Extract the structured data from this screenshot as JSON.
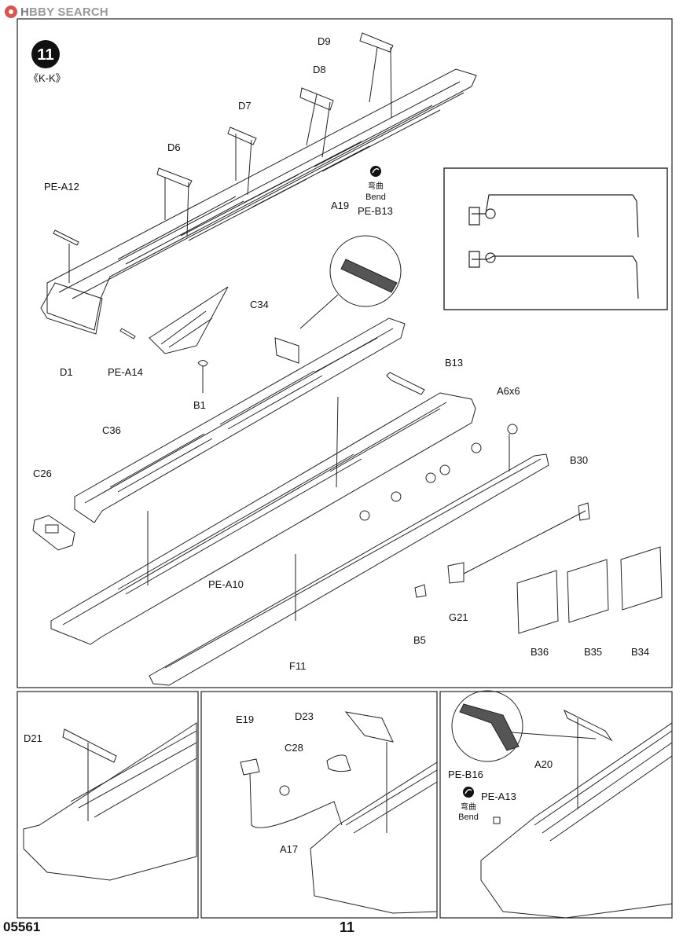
{
  "watermark": {
    "logo_icon": "hobbysearch-logo-icon",
    "text_hobby": "H",
    "text_rest": "BBY SEARCH"
  },
  "step": {
    "number": "11",
    "variant": "《K-K》"
  },
  "bend_label": {
    "chinese": "弯曲",
    "english": "Bend"
  },
  "main_labels": {
    "d9": "D9",
    "d8": "D8",
    "d7": "D7",
    "d6": "D6",
    "pe_a12": "PE-A12",
    "a19": "A19",
    "pe_b13": "PE-B13",
    "c34": "C34",
    "d1": "D1",
    "pe_a14": "PE-A14",
    "b1": "B1",
    "b13": "B13",
    "a6x6": "A6x6",
    "c36": "C36",
    "c26": "C26",
    "b30": "B30",
    "pe_a10": "PE-A10",
    "g21": "G21",
    "b5": "B5",
    "f11": "F11",
    "b36": "B36",
    "b35": "B35",
    "b34": "B34"
  },
  "sub_left": {
    "d21": "D21"
  },
  "sub_mid": {
    "e19": "E19",
    "d23": "D23",
    "c28": "C28",
    "a17": "A17"
  },
  "sub_right": {
    "pe_b16": "PE-B16",
    "a20": "A20",
    "pe_a13": "PE-A13"
  },
  "footer": {
    "code": "05561",
    "page": "11"
  }
}
